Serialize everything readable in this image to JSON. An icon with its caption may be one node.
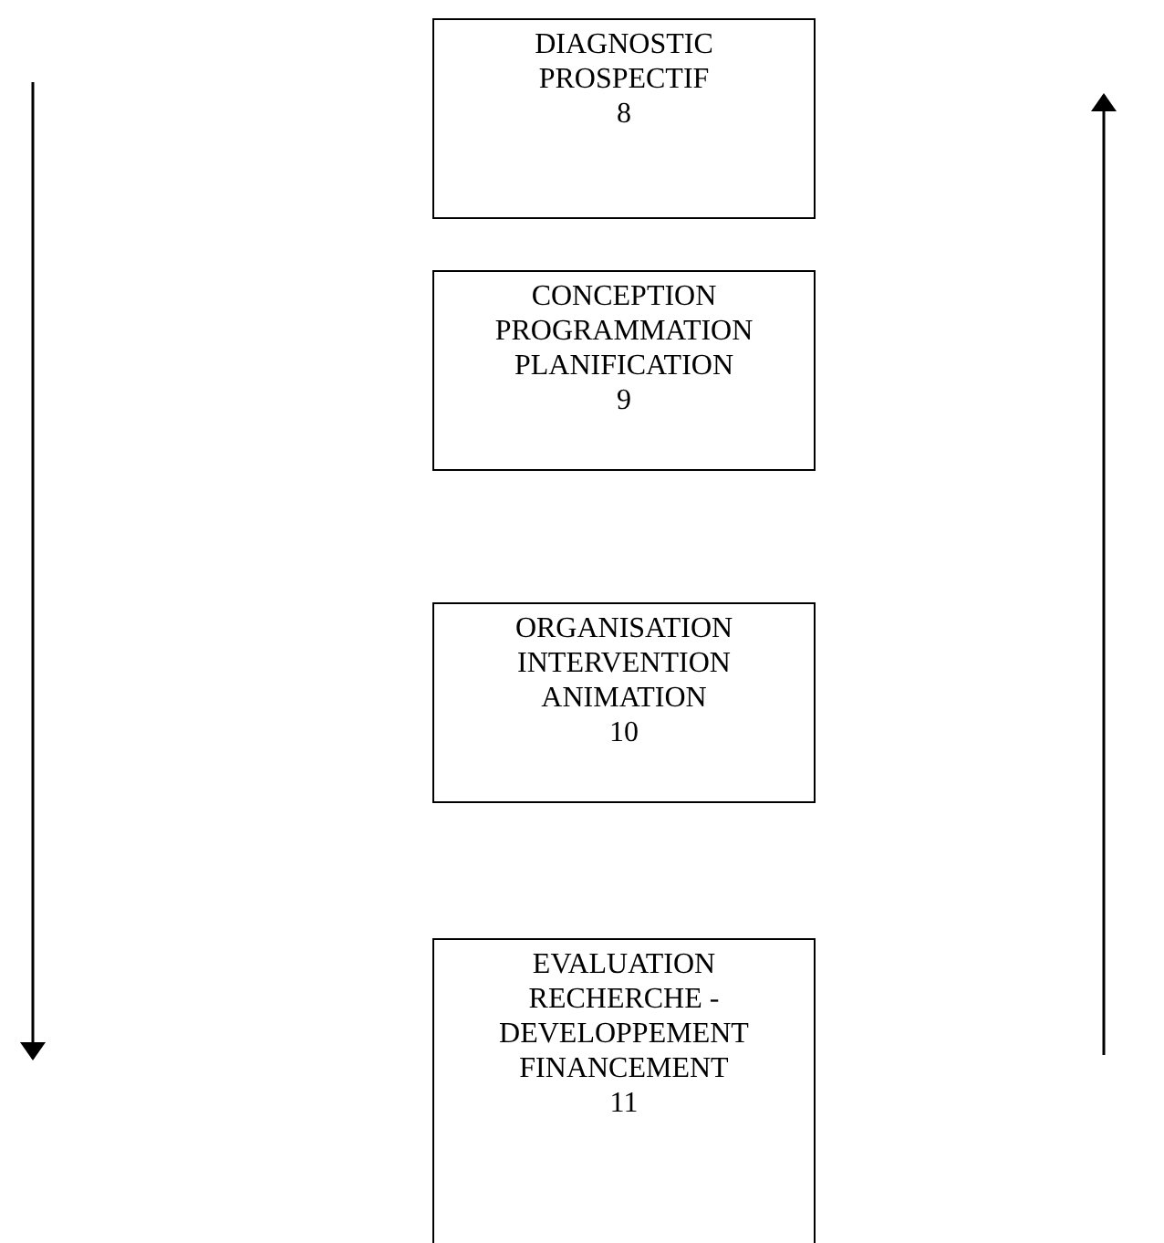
{
  "diagram": {
    "nodes": [
      {
        "text": [
          "DIAGNOSTIC PROSPECTIF",
          "8"
        ]
      },
      {
        "text": [
          "CONCEPTION PROGRAMMATION PLANIFICATION",
          "9"
        ]
      },
      {
        "text": [
          "ORGANISATION INTERVENTION ANIMATION",
          "10"
        ]
      },
      {
        "text": [
          "EVALUATION RECHERCHE - DEVELOPPEMENT FINANCEMENT",
          "11"
        ]
      }
    ]
  }
}
